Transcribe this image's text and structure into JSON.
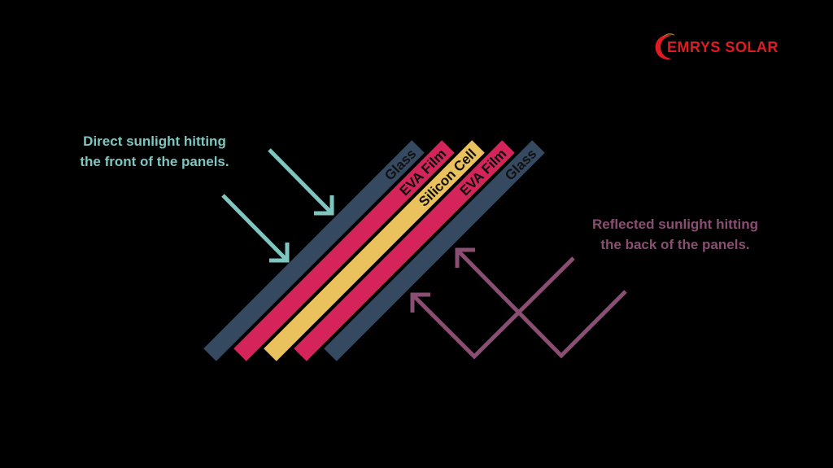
{
  "brand": {
    "name": "EMRYS SOLAR",
    "color": "#e11b22",
    "logo_accent": "#d08a36"
  },
  "captions": {
    "front_line1": "Direct sunlight hitting",
    "front_line2": "the front of the panels.",
    "back_line1": "Reflected sunlight hitting",
    "back_line2": "the back of the panels."
  },
  "layers": [
    {
      "label": "Glass",
      "color": "#354a61",
      "text_color": "#111111"
    },
    {
      "label": "EVA Film",
      "color": "#d4245a",
      "text_color": "#111111"
    },
    {
      "label": "Silicon Cell",
      "color": "#e9c25e",
      "text_color": "#111111"
    },
    {
      "label": "EVA Film",
      "color": "#d4245a",
      "text_color": "#111111"
    },
    {
      "label": "Glass",
      "color": "#354a61",
      "text_color": "#111111"
    }
  ],
  "colors": {
    "background": "#000000",
    "direct_arrow": "#7fc6c0",
    "reflected_arrow": "#8a4e73"
  },
  "icons": {
    "direct_arrows": "arrow-down-right-icon",
    "reflected_arrows": "arrow-up-left-icon"
  }
}
